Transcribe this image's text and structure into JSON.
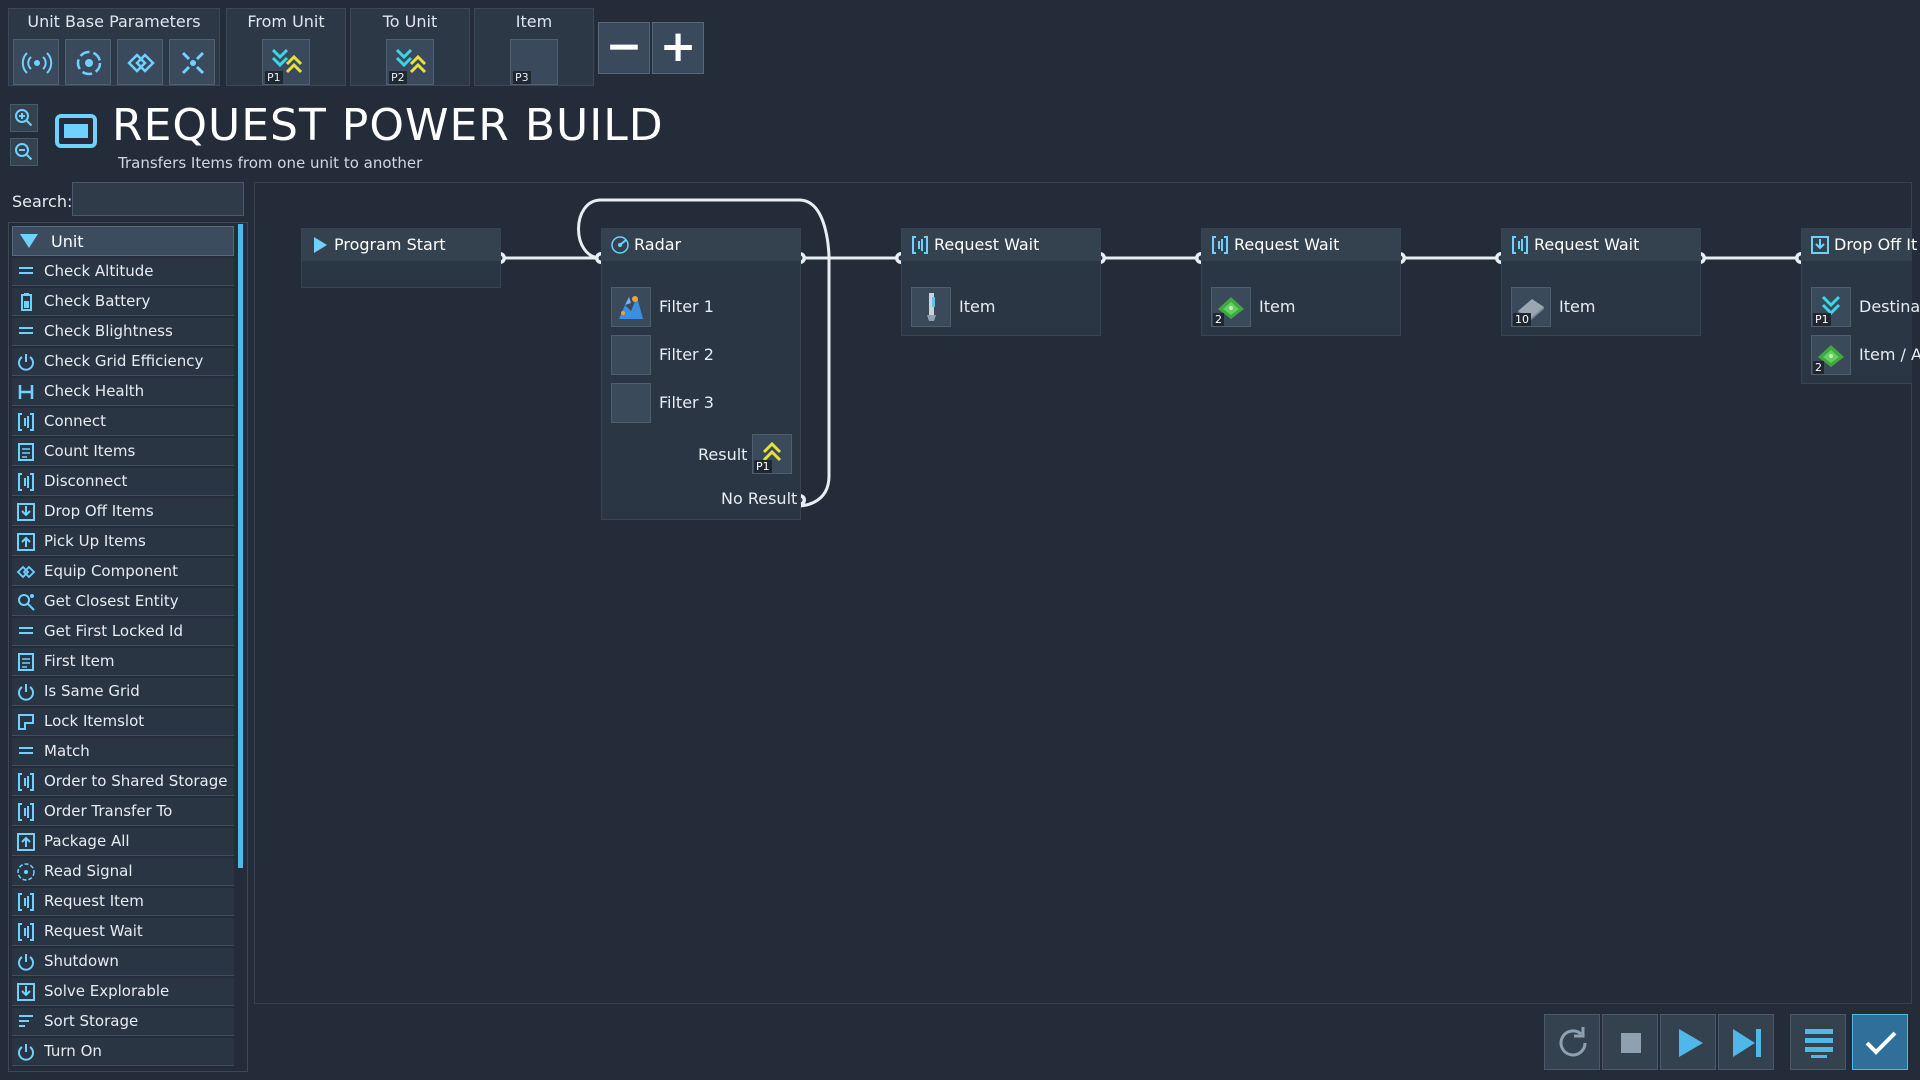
{
  "params": {
    "unit_base_title": "Unit Base Parameters",
    "from_unit": {
      "title": "From Unit",
      "tag": "P1"
    },
    "to_unit": {
      "title": "To Unit",
      "tag": "P2"
    },
    "item": {
      "title": "Item",
      "tag": "P3"
    },
    "minus": "−",
    "plus": "+"
  },
  "header": {
    "title": "REQUEST POWER BUILD",
    "subtitle": "Transfers Items from one unit to another"
  },
  "search": {
    "label": "Search:",
    "value": ""
  },
  "sidebar": {
    "category": "Unit",
    "items": [
      {
        "label": "Check Altitude",
        "icon": "lines-icon"
      },
      {
        "label": "Check Battery",
        "icon": "battery-icon"
      },
      {
        "label": "Check Blightness",
        "icon": "lines-icon"
      },
      {
        "label": "Check Grid Efficiency",
        "icon": "power-icon"
      },
      {
        "label": "Check Health",
        "icon": "health-icon"
      },
      {
        "label": "Connect",
        "icon": "bracket-icon"
      },
      {
        "label": "Count Items",
        "icon": "list-icon"
      },
      {
        "label": "Disconnect",
        "icon": "bracket-icon"
      },
      {
        "label": "Drop Off Items",
        "icon": "drop-icon"
      },
      {
        "label": "Pick Up Items",
        "icon": "pickup-icon"
      },
      {
        "label": "Equip Component",
        "icon": "equip-icon"
      },
      {
        "label": "Get Closest Entity",
        "icon": "entity-icon"
      },
      {
        "label": "Get First Locked Id",
        "icon": "lines-icon"
      },
      {
        "label": "First Item",
        "icon": "list-icon"
      },
      {
        "label": "Is Same Grid",
        "icon": "power-icon"
      },
      {
        "label": "Lock Itemslot",
        "icon": "lock-slot-icon"
      },
      {
        "label": "Match",
        "icon": "lines-icon"
      },
      {
        "label": "Order to Shared Storage",
        "icon": "bracket-icon"
      },
      {
        "label": "Order Transfer To",
        "icon": "bracket-icon"
      },
      {
        "label": "Package All",
        "icon": "pickup-icon"
      },
      {
        "label": "Read Signal",
        "icon": "signal-icon"
      },
      {
        "label": "Request Item",
        "icon": "bracket-icon"
      },
      {
        "label": "Request Wait",
        "icon": "bracket-icon"
      },
      {
        "label": "Shutdown",
        "icon": "power-icon"
      },
      {
        "label": "Solve Explorable",
        "icon": "drop-icon"
      },
      {
        "label": "Sort Storage",
        "icon": "sort-icon"
      },
      {
        "label": "Turn On",
        "icon": "power-icon"
      }
    ]
  },
  "nodes": {
    "program_start": {
      "title": "Program Start"
    },
    "radar": {
      "title": "Radar",
      "filter1": "Filter 1",
      "filter2": "Filter 2",
      "filter3": "Filter 3",
      "result": "Result",
      "result_tag": "P1",
      "no_result": "No Result"
    },
    "request_wait_1": {
      "title": "Request Wait",
      "item": "Item"
    },
    "request_wait_2": {
      "title": "Request Wait",
      "item": "Item",
      "count": "2"
    },
    "request_wait_3": {
      "title": "Request Wait",
      "item": "Item",
      "count": "10"
    },
    "drop_off": {
      "title": "Drop Off It",
      "destination": "Destina",
      "destination_tag": "P1",
      "item": "Item / A",
      "item_count": "2"
    }
  },
  "colors": {
    "accent": "#4fb8e8",
    "background": "#232c38",
    "panel": "#2b3644",
    "node_header": "#34414f"
  }
}
